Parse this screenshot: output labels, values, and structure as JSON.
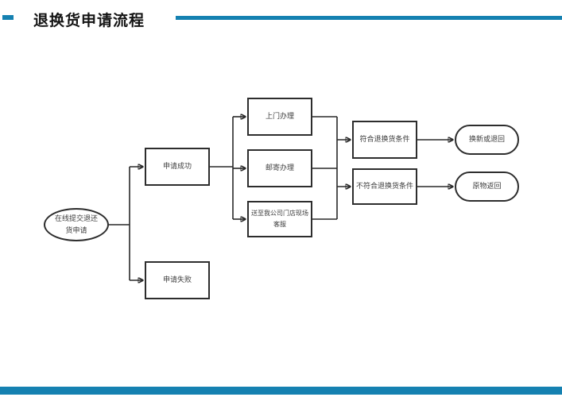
{
  "header": {
    "title": "退换货申请流程"
  },
  "theme": {
    "accent": "#1581B1",
    "node_border": "#2d2d2d",
    "node_text": "#3d3d3d",
    "connector": "#282828"
  },
  "flowchart": {
    "nodes": {
      "start": {
        "shape": "ellipse",
        "label": "在线提交退还货申请",
        "line1": "在线提交退还",
        "line2": "货申请"
      },
      "success": {
        "shape": "rect",
        "label": "申请成功"
      },
      "fail": {
        "shape": "rect",
        "label": "申请失败"
      },
      "door": {
        "shape": "rect",
        "label": "上门办理"
      },
      "mail": {
        "shape": "rect",
        "label": "邮寄办理"
      },
      "store": {
        "shape": "rect",
        "label": "送至我公司门店现场客服",
        "line1": "送至我公司门店现场",
        "line2": "客服"
      },
      "meet": {
        "shape": "rect",
        "label": "符合退换货条件"
      },
      "not_meet": {
        "shape": "rect",
        "label": "不符合退换货条件"
      },
      "exchange": {
        "shape": "stadium",
        "label": "换新或退回"
      },
      "return_item": {
        "shape": "stadium",
        "label": "原物返回"
      }
    },
    "edges": [
      {
        "from": "start",
        "to": "success"
      },
      {
        "from": "start",
        "to": "fail"
      },
      {
        "from": "success",
        "to": "door"
      },
      {
        "from": "success",
        "to": "mail"
      },
      {
        "from": "success",
        "to": "store"
      },
      {
        "from": "door",
        "to": "meet"
      },
      {
        "from": "door",
        "to": "not_meet"
      },
      {
        "from": "mail",
        "to": "meet"
      },
      {
        "from": "mail",
        "to": "not_meet"
      },
      {
        "from": "store",
        "to": "meet"
      },
      {
        "from": "store",
        "to": "not_meet"
      },
      {
        "from": "meet",
        "to": "exchange"
      },
      {
        "from": "not_meet",
        "to": "return_item"
      }
    ]
  }
}
